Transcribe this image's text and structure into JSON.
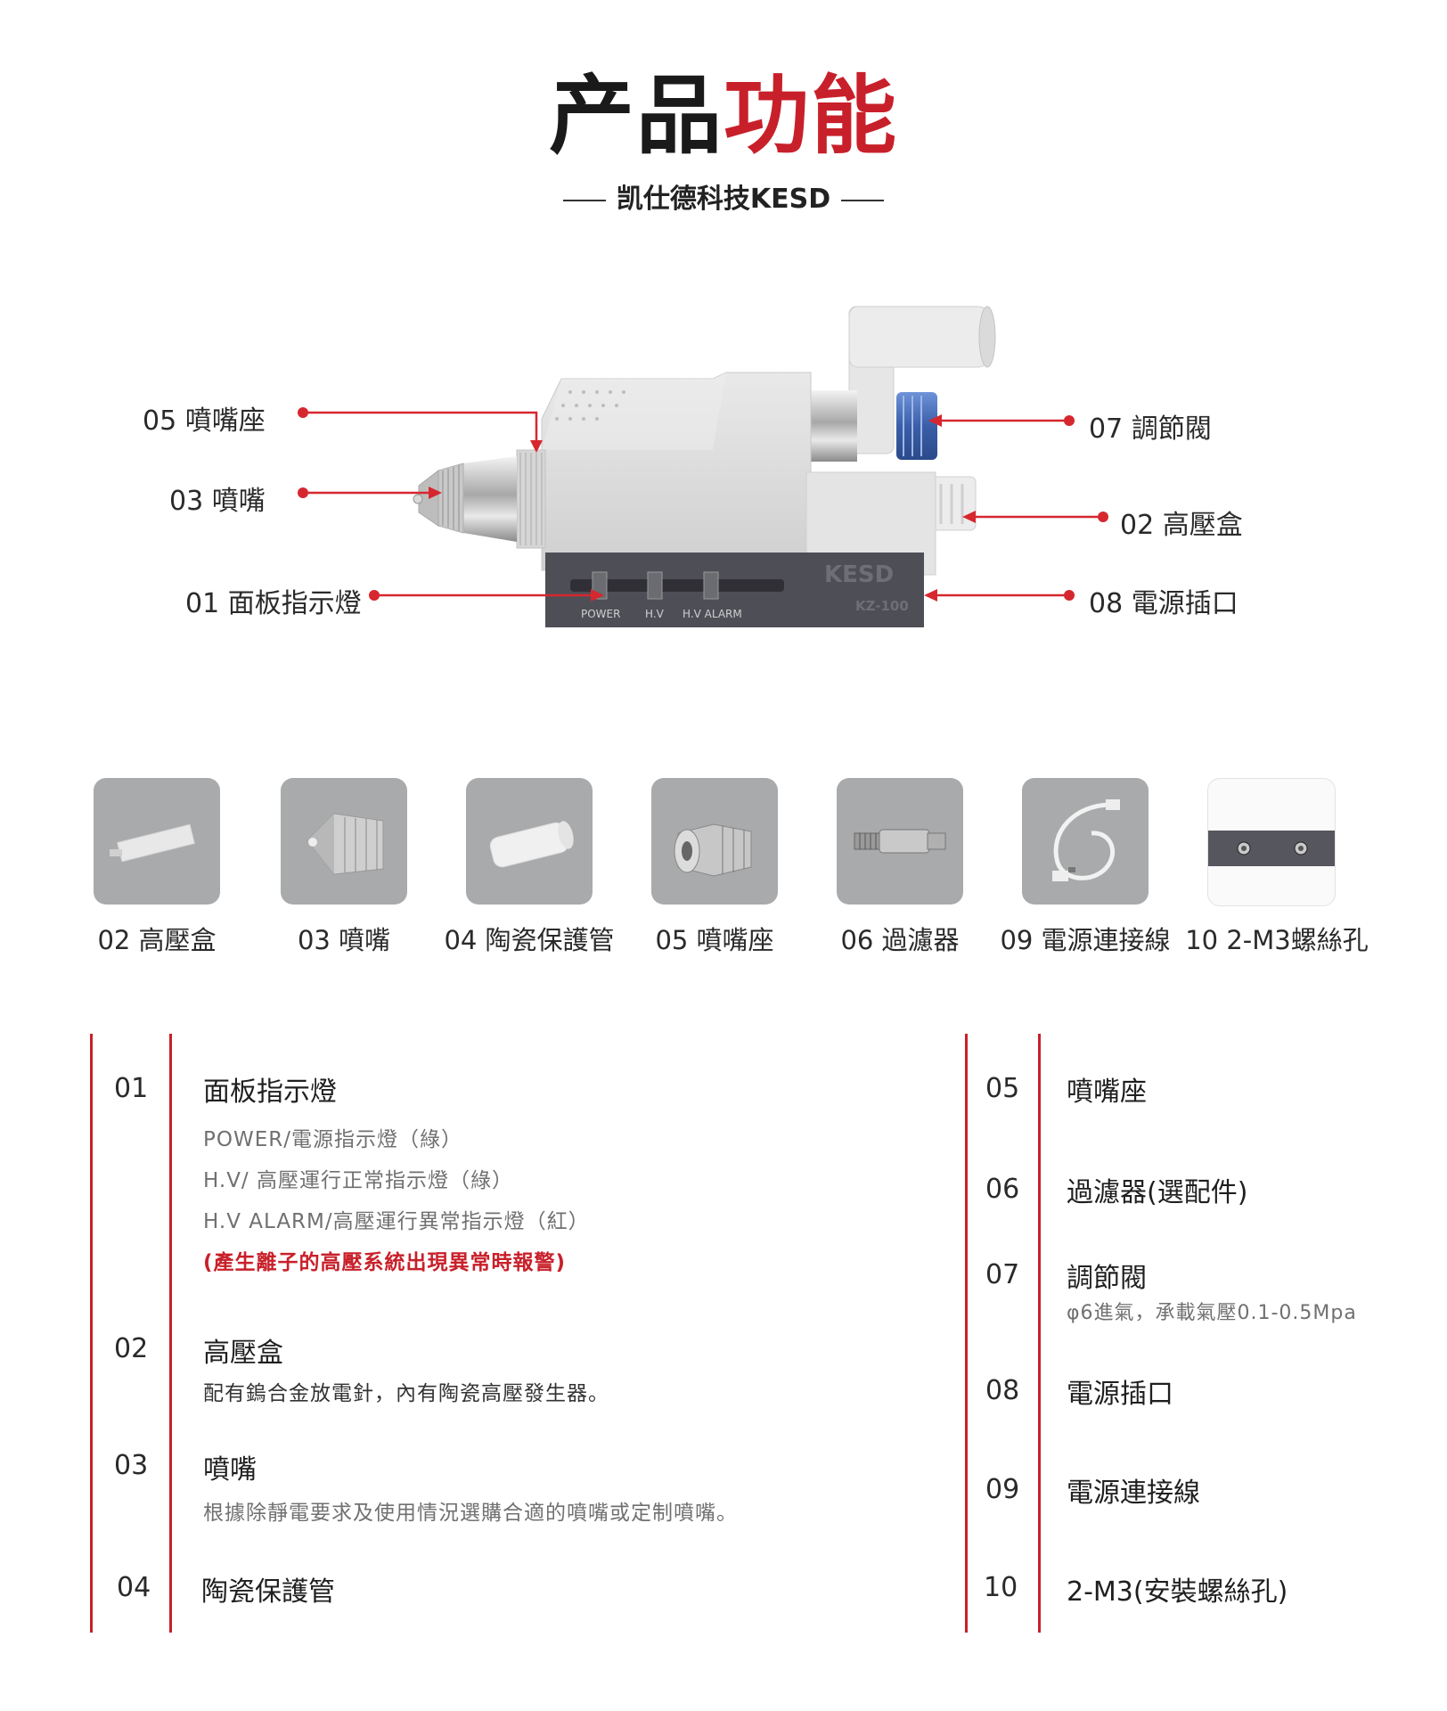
{
  "header": {
    "title_part1": "产品",
    "title_part2": "功能",
    "subtitle": "凯仕德科技KESD"
  },
  "colors": {
    "accent": "#c8202a",
    "thumb_bg": "#a9aaab"
  },
  "device": {
    "brand": "KESD",
    "model": "KZ-100",
    "indicators": [
      "POWER",
      "H.V",
      "H.V ALARM"
    ]
  },
  "callouts": {
    "nozzle_seat": "05 噴嘴座",
    "nozzle": "03 噴嘴",
    "panel_light": "01  面板指示燈",
    "valve": "07 調節閥",
    "hv_box": "02 高壓盒",
    "power_port": "08 電源插口"
  },
  "thumbnails": [
    {
      "label": "02 高壓盒",
      "icon": "hv-box-icon"
    },
    {
      "label": "03 噴嘴",
      "icon": "nozzle-icon"
    },
    {
      "label": "04 陶瓷保護管",
      "icon": "ceramic-tube-icon"
    },
    {
      "label": "05 噴嘴座",
      "icon": "nozzle-seat-icon"
    },
    {
      "label": "06 過濾器",
      "icon": "filter-icon"
    },
    {
      "label": "09 電源連接線",
      "icon": "cable-icon"
    },
    {
      "label": "10  2-M3螺絲孔",
      "icon": "screw-hole-icon"
    }
  ],
  "specs_left": [
    {
      "num": "01",
      "title": "面板指示燈",
      "lines": [
        "POWER/電源指示燈（綠）",
        "H.V/ 高壓運行正常指示燈（綠）",
        "H.V ALARM/高壓運行異常指示燈（紅）"
      ],
      "note": "(產生離子的高壓系統出現異常時報警)"
    },
    {
      "num": "02",
      "title": "高壓盒",
      "desc": "配有鎢合金放電針，內有陶瓷高壓發生器。"
    },
    {
      "num": "03",
      "title": "噴嘴",
      "desc": "根據除靜電要求及使用情況選購合適的噴嘴或定制噴嘴。"
    },
    {
      "num": "04",
      "title": "陶瓷保護管"
    }
  ],
  "specs_right": [
    {
      "num": "05",
      "title": "噴嘴座"
    },
    {
      "num": "06",
      "title": "過濾器(選配件)"
    },
    {
      "num": "07",
      "title": "調節閥",
      "desc": "φ6進氣，承載氣壓0.1-0.5Mpa"
    },
    {
      "num": "08",
      "title": "電源插口"
    },
    {
      "num": "09",
      "title": "電源連接線"
    },
    {
      "num": "10",
      "title": "2-M3(安裝螺絲孔)"
    }
  ]
}
